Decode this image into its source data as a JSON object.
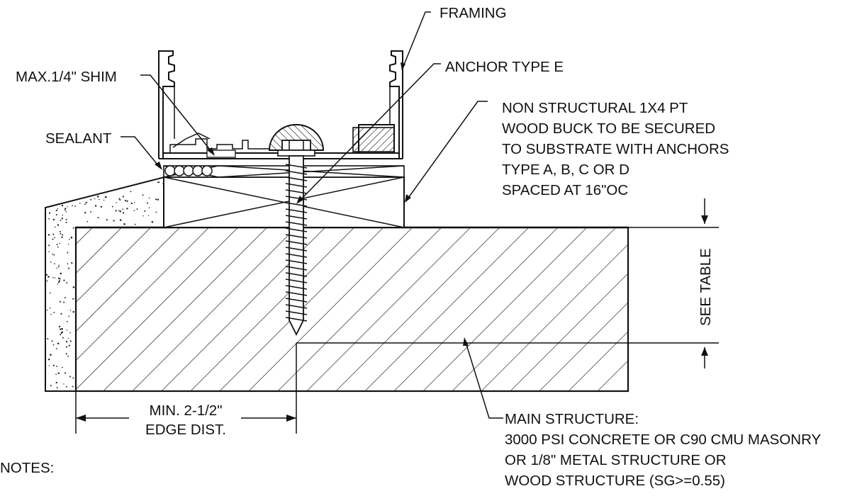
{
  "labels": {
    "framing": "FRAMING",
    "anchor": "ANCHOR TYPE E",
    "shim": "MAX.1/4\" SHIM",
    "sealant": "SEALANT",
    "buck": [
      "NON STRUCTURAL 1X4 PT",
      "WOOD BUCK TO BE SECURED",
      "TO SUBSTRATE WITH ANCHORS",
      "TYPE A, B, C OR D",
      "SPACED AT 16\"OC"
    ],
    "see_table": "SEE TABLE",
    "edge_dist": [
      "MIN. 2-1/2\"",
      "EDGE DIST."
    ],
    "main_structure": [
      "MAIN STRUCTURE:",
      "3000 PSI CONCRETE OR C90 CMU MASONRY",
      "OR 1/8\" METAL STRUCTURE OR",
      "WOOD STRUCTURE (SG>=0.55)"
    ],
    "notes": "NOTES:"
  }
}
